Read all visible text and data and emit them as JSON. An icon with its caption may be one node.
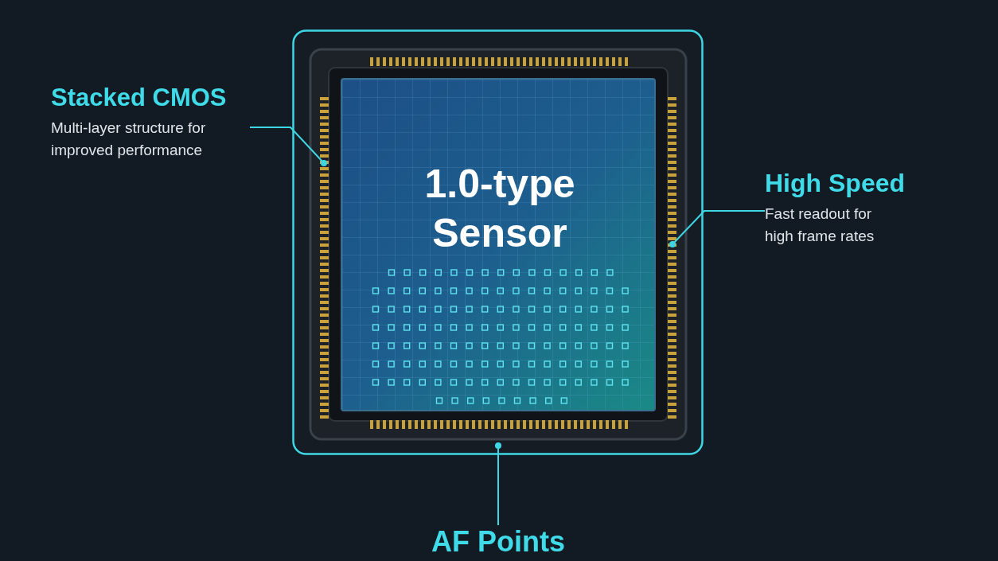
{
  "diagram": {
    "nodes": [
      {
        "text": [
          "Stacked CMOS",
          "Multi-layer structure for improved performance"
        ]
      },
      {
        "text": [],
        "shape": "box"
      },
      {
        "text": [
          "1.0-type Sensor"
        ],
        "in": 1
      },
      {
        "text": [
          "High Speed",
          "Fast readout for high frame rates"
        ]
      },
      {
        "text": [
          "AF Points"
        ]
      }
    ],
    "edges": [
      {
        "from": 0,
        "to": 1,
        "arrow": "other"
      },
      {
        "from": 3,
        "to": 1,
        "arrow": "other"
      },
      {
        "from": 4,
        "to": 1,
        "arrow": "other"
      }
    ]
  }
}
